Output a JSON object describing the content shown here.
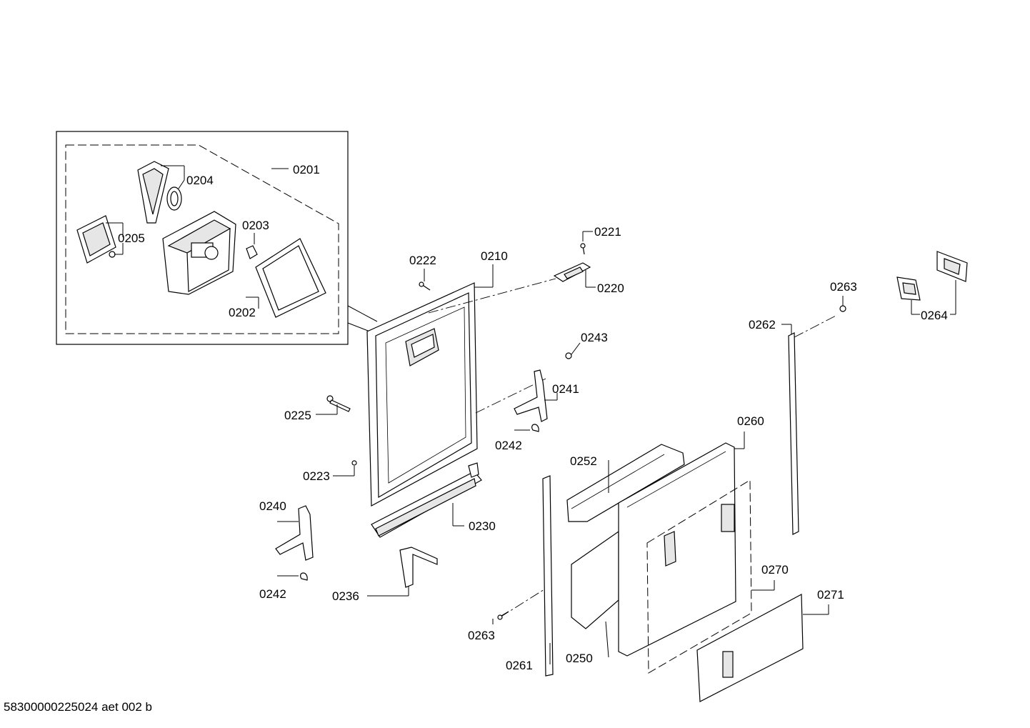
{
  "labels": {
    "l0201": "0201",
    "l0202": "0202",
    "l0203": "0203",
    "l0204": "0204",
    "l0205": "0205",
    "l0210": "0210",
    "l0220": "0220",
    "l0221": "0221",
    "l0222": "0222",
    "l0223": "0223",
    "l0225": "0225",
    "l0230": "0230",
    "l0236": "0236",
    "l0240": "0240",
    "l0241": "0241",
    "l0242a": "0242",
    "l0242b": "0242",
    "l0243": "0243",
    "l0250": "0250",
    "l0252": "0252",
    "l0260": "0260",
    "l0261": "0261",
    "l0262": "0262",
    "l0263a": "0263",
    "l0263b": "0263",
    "l0264": "0264",
    "l0270": "0270",
    "l0271": "0271"
  },
  "footer": "58300000225024 aet 002 b"
}
